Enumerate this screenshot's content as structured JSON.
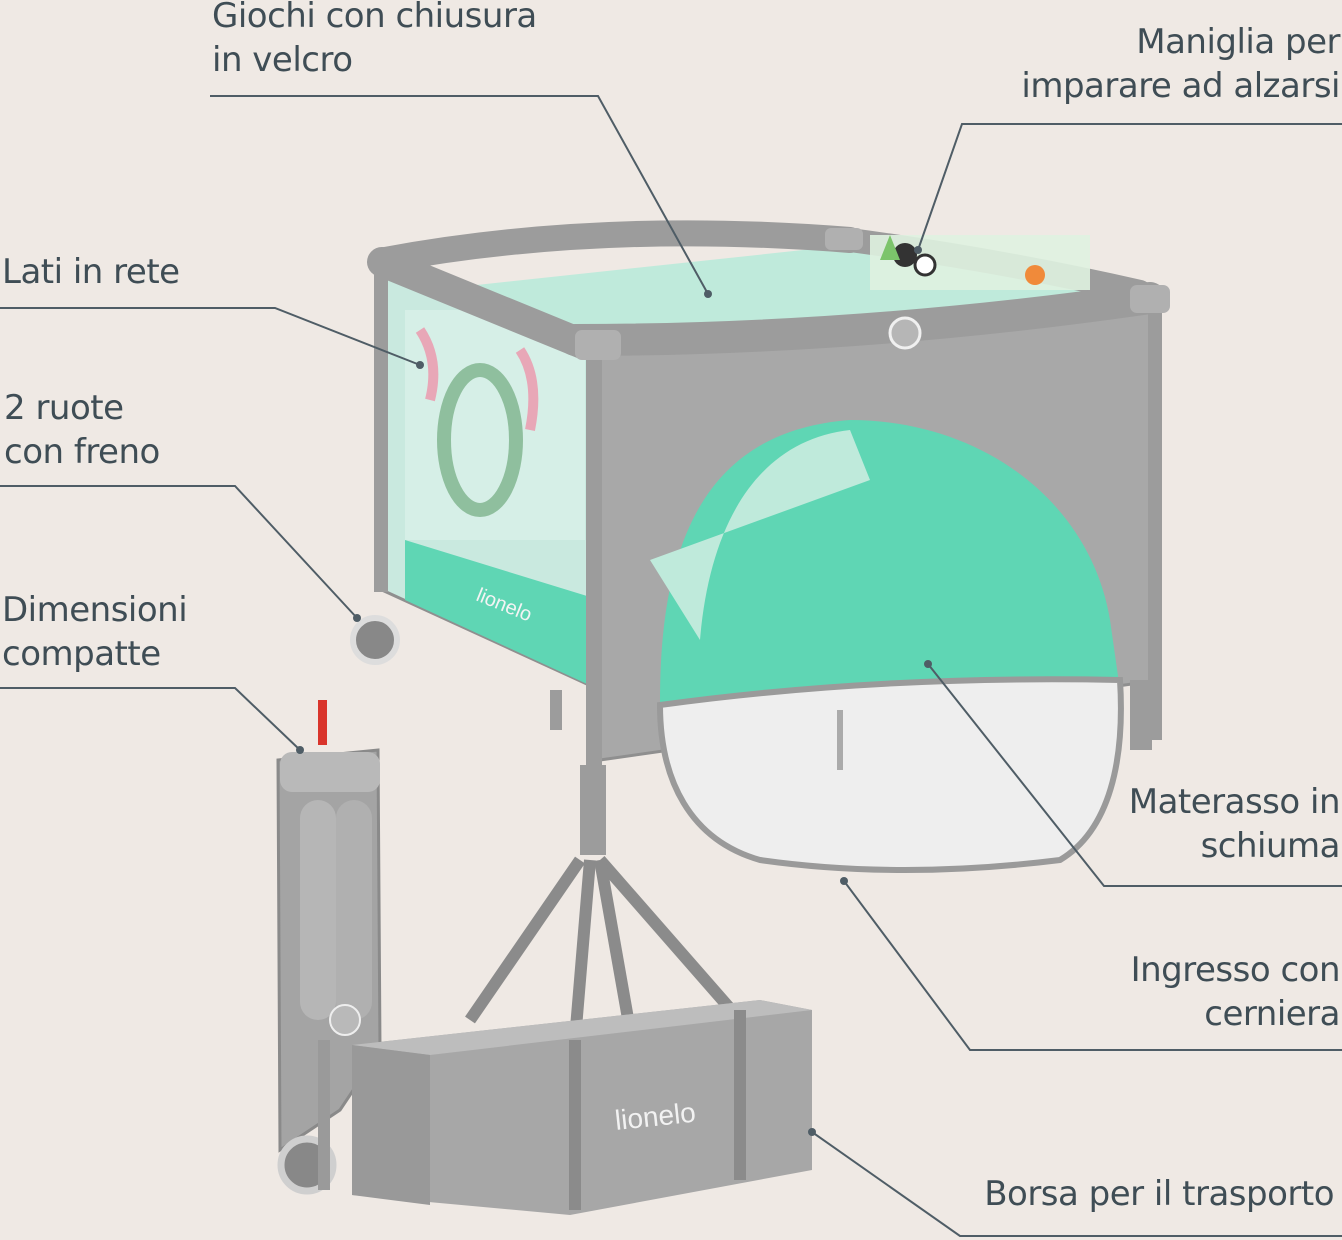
{
  "colors": {
    "background": "#efe9e4",
    "text": "#3f4d55",
    "line": "#4f5d66",
    "frame_gray": "#9c9c9c",
    "fabric_gray": "#a8a8a8",
    "mint": "#5fd6b4",
    "mint_light": "#bfeadb"
  },
  "labels": {
    "giochi": {
      "line1": "Giochi con chiusura",
      "line2": "in velcro"
    },
    "maniglia": {
      "line1": "Maniglia per",
      "line2": "imparare ad alzarsi"
    },
    "lati": {
      "line1": "Lati in rete"
    },
    "ruote": {
      "line1": "2 ruote",
      "line2": "con freno"
    },
    "dimensioni": {
      "line1": "Dimensioni",
      "line2": "compatte"
    },
    "materasso": {
      "line1": "Materasso in",
      "line2": "schiuma"
    },
    "ingresso": {
      "line1": "Ingresso con",
      "line2": "cerniera"
    },
    "borsa": {
      "line1": "Borsa per il trasporto"
    }
  },
  "product": {
    "brand_playpen": "lionelo",
    "brand_bag": "lionelo"
  }
}
